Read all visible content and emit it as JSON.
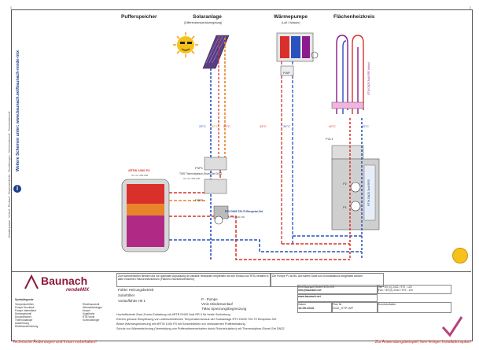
{
  "headers": {
    "puffer": "Pufferspeicher",
    "solar": "Solaranlage",
    "solar_sub": "(Differenztemperaturregelung)",
    "wp": "Wärmepumpe",
    "wp_sub": "(Luft / Wasser)",
    "flaeche": "Flächenheizkreis"
  },
  "side_text": "Umwälzpumpe · Vorlauf · Rücklauf · Temperaturfühler · Rohrleitungen · Sicherheitsventil · Thermostatventil",
  "blue_bar": "Weitere Schemen unter: www.baunach.net/baunach-rende-mix",
  "temps": {
    "t1": "25°C",
    "t2": "40°C",
    "t3": "50°C",
    "t4": "45°C",
    "t5": "35°C",
    "t6": "40°C",
    "t7": "25°C"
  },
  "labels": {
    "puffer_name": "#RTW 1000 P3",
    "puffer_sub": "Art.-Nr. 000 000",
    "thermo": "TWS Thermostatisch-Einzel-Set DN32",
    "thermo_sub": "Art.-Nr. 000 000",
    "rtv": "RTV DN25 T20-70 Einspeise-Set",
    "rtv_sub": "Art.-Nr. 000 000",
    "fvl1": "FVL1",
    "fsp1": "FSP1",
    "fsp2": "FSP2",
    "fwp": "FWP",
    "fvl2": "FVL1",
    "p1": "P1",
    "p2": "P2",
    "hk_label": "RTW DN25 3wA RR5 Vorlauf",
    "hk_label2": "RTW DN25 3wA RR5"
  },
  "logo": {
    "brand": "Baunach",
    "sub": "rendeMIX"
  },
  "note_box": "Zum sommerlichen Betrieb und zur optimalen Anpassung an variable Heizlasten empfehlen wir den Einbau von RTB-Ventilen in allen einzelnen Flächenheizkreisen (Flächen-Heizkreisverteilern)",
  "note_pump": "Die Pumpe P1 ist Bs. auf nullem Stufe und Konstantdruck eingestellt worden",
  "legend_left": {
    "title": "Symbollegende",
    "items": [
      "Temperaturfühler",
      "Pumpe Drucklauf",
      "Pumpe Intermittent",
      "Dreiwegeventil",
      "Druckminderer",
      "Thermostatkopf",
      "Ausdehnung",
      "Rückflusseinrichtung"
    ]
  },
  "legend_left2": [
    "Rückflussventil",
    "Wärmeübertrager",
    "Kessel",
    "Kugelhahn",
    "RTB Ventil",
    "Schmutzfänger"
  ],
  "legend_mid": {
    "f1": "Fühler Heizungsbetrieb",
    "s1": "Solarfühler",
    "fvl": "Vorlauffühler Hk 1",
    "p": "P - Pumpe",
    "vmin": "Vmin Mindestumlauf",
    "tmax": "TMax Spreizungsbegrenzung"
  },
  "bullets": [
    "Hocheffiziente Zwei-Zonen-Entladung mit #RTB DN25 3wA RR 5 für beste Schichtung",
    "Extrem genaue Einspeisung von unterschiedlichen Temperaturniveaus der Solaranlage RTV DN25 T20-70 Einspeise-Set",
    "Beste Wärmespeicherung mit #RTW 1000 P3 mit Schichtsieben zur verlustarmen Pufferbeladung",
    "Schutz vor Wärmeströmung (Vermeidung von Pufferwärmeverlusten durch Rohrzirkulation) mit Thermosiphon-Einzel-Set DN32"
  ],
  "tb": {
    "row1a": "Emil Baunach GmbH & Co KG",
    "row1b": "Tel: +49 (0) 2432 / 979 - 120",
    "email": "info@baunach.net",
    "web": "www.baunach.net",
    "tel2": "Fax: +49 (0) 2432 / 979 - 119",
    "date_label": "Datum",
    "date": "19.09.2023",
    "plan_label": "Plan Nr.",
    "plan": "D/32_STP-WP",
    "change_label": "Korrekturfaktor"
  },
  "footer_left": "Technische Änderungen und Irrtum vorbehalten!",
  "footer_right": "Zur Anwendungsbeispiel, kein fertiger Installationsplan!"
}
